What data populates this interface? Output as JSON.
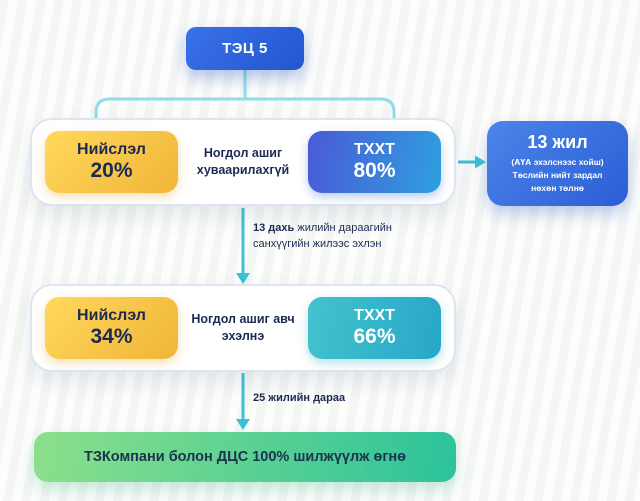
{
  "diagram": {
    "root_label": "ТЭЦ 5",
    "stage1": {
      "left_label": "Нийслэл",
      "left_value": "20%",
      "center_line1": "Ногдол ашиг",
      "center_line2": "хуваарилахгүй",
      "right_label": "ТХХТ",
      "right_value": "80%"
    },
    "side_note": {
      "title": "13 жил",
      "line1": "(АҮА эхэлснээс хойш)",
      "line2": "Төслийн нийт зардал",
      "line3": "нөхөн төлнө"
    },
    "transition1": {
      "bold": "13 дахь",
      "rest": " жилийн дараагийн",
      "line2": "санхүүгийн жилээс эхлэн"
    },
    "stage2": {
      "left_label": "Нийслэл",
      "left_value": "34%",
      "center_line1": "Ногдол ашиг авч",
      "center_line2": "эхэлнэ",
      "right_label": "ТХХТ",
      "right_value": "66%"
    },
    "transition2": "25 жилийн дараа",
    "final_label": "ТЗКомпани болон ДЦС 100% шилжүүлж өгнө"
  },
  "colors": {
    "accent_blue": "#2e63d8",
    "accent_yellow": "#f5c03e",
    "accent_teal": "#35b9cf",
    "accent_green": "#3ecb96",
    "text_dark": "#1c2a52",
    "connector_light": "#8fdde8"
  }
}
